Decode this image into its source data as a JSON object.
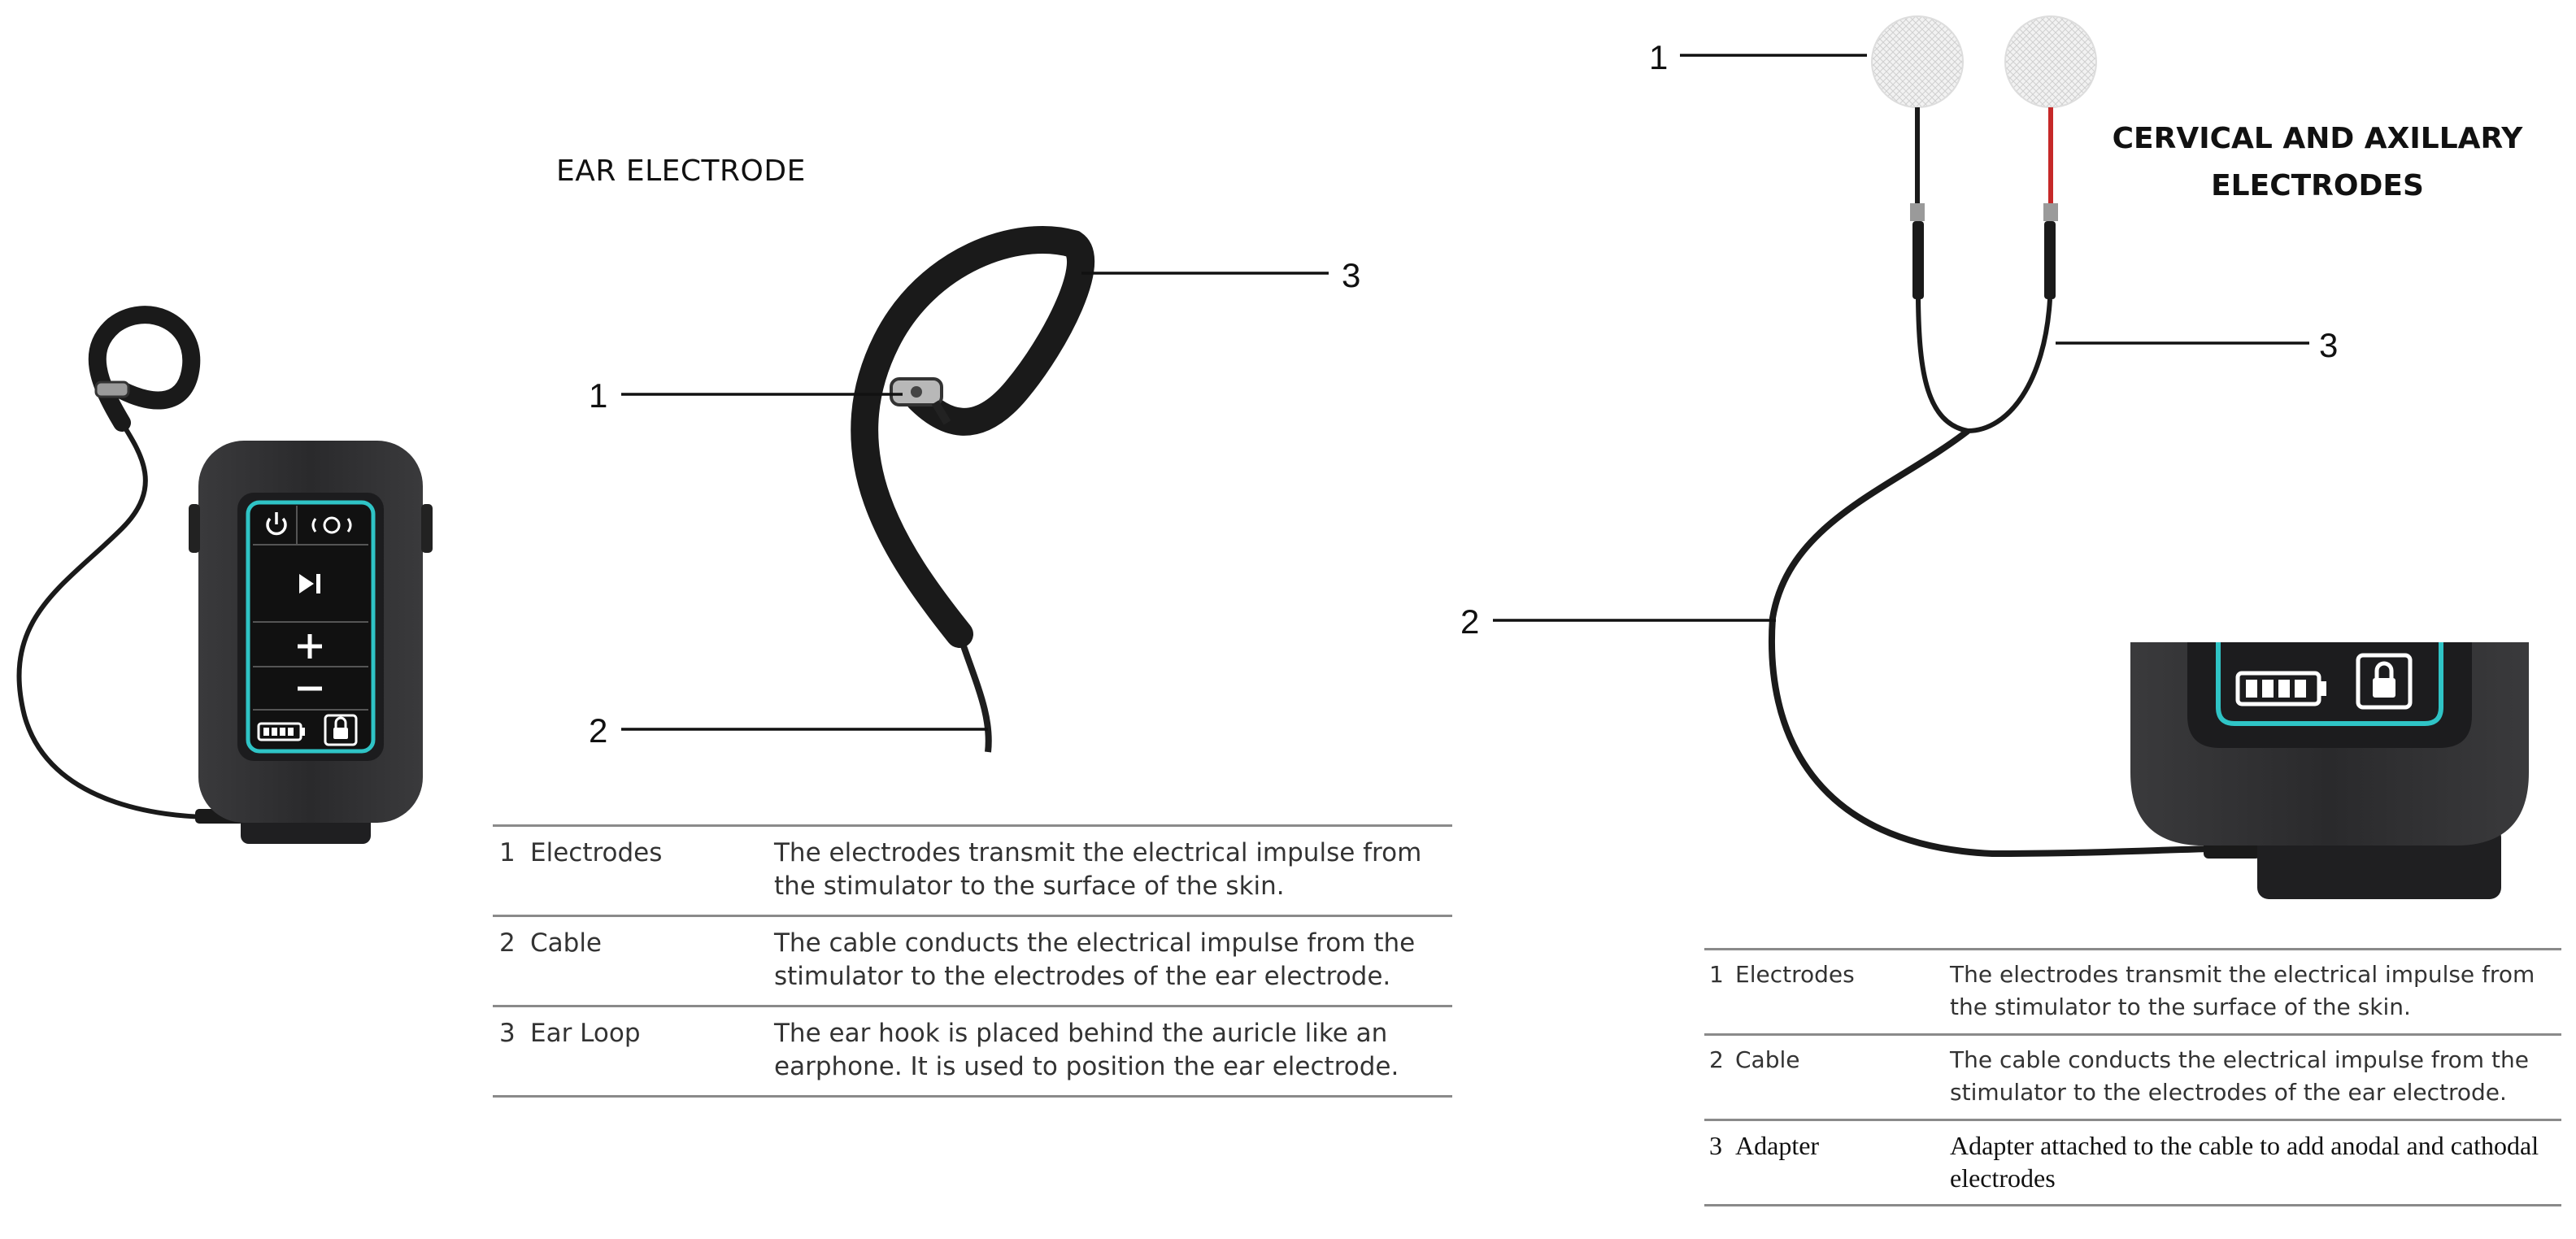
{
  "ear_electrode": {
    "title": "EAR ELECTRODE",
    "callouts": [
      "1",
      "2",
      "3"
    ],
    "table": [
      {
        "num": "1",
        "name": "Electrodes",
        "desc": "The electrodes transmit the electrical impulse from the stimulator to the surface of the skin."
      },
      {
        "num": "2",
        "name": "Cable",
        "desc": "The cable conducts the electrical impulse from the stimulator to the electrodes of the ear electrode."
      },
      {
        "num": "3",
        "name": "Ear Loop",
        "desc": "The ear hook is placed behind the auricle like an earphone. It is used to position the ear electrode."
      }
    ]
  },
  "cervical_axillary": {
    "title_line1": "CERVICAL AND AXILLARY",
    "title_line2": "ELECTRODES",
    "callouts": [
      "1",
      "2",
      "3"
    ],
    "table": [
      {
        "num": "1",
        "name": "Electrodes",
        "desc": "The electrodes transmit the electrical impulse from the stimulator to the surface of the skin."
      },
      {
        "num": "2",
        "name": "Cable",
        "desc": "The cable conducts the electrical impulse from the stimulator to the electrodes of the ear electrode."
      },
      {
        "num": "3",
        "name": "Adapter",
        "desc": "Adapter attached to the cable to add anodal and cathodal electrodes"
      }
    ]
  },
  "device": {
    "icons": [
      "power-icon",
      "sound-icon",
      "play-pause-icon",
      "plus-icon",
      "minus-icon",
      "battery-icon",
      "lock-icon"
    ]
  },
  "colors": {
    "device_body": "#2b2b2d",
    "screen_frame": "#1c1c1e",
    "accent_teal": "#2fc4c6",
    "red_wire": "#c62828"
  }
}
